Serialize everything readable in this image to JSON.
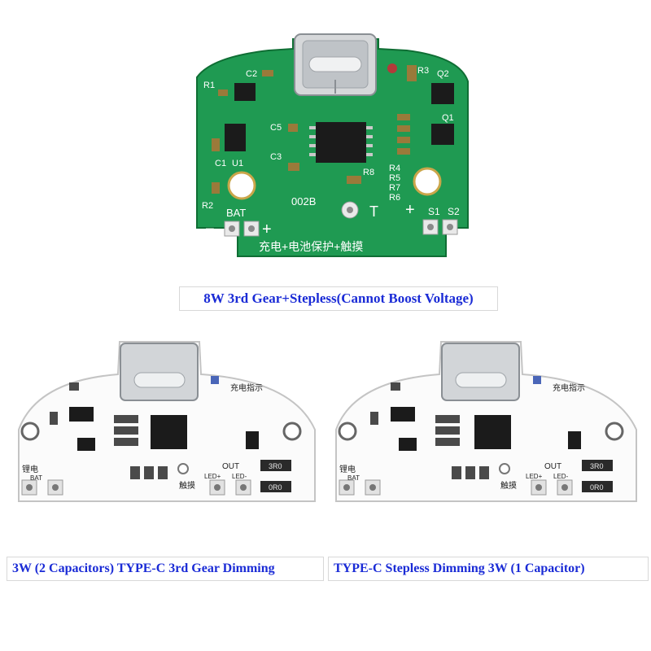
{
  "green_board": {
    "labels": {
      "r1": "R1",
      "c2": "C2",
      "r3": "R3",
      "q2": "Q2",
      "q1": "Q1",
      "c1": "C1",
      "u1": "U1",
      "c5": "C5",
      "c3": "C3",
      "r8": "R8",
      "r4": "R4",
      "r5": "R5",
      "r7": "R7",
      "r6": "R6",
      "r2": "R2",
      "bat": "BAT",
      "model": "002B",
      "t": "T",
      "s1": "S1",
      "s2": "S2",
      "minus": "−",
      "plus_left": "+",
      "plus_right": "+",
      "function_text": "充电+电池保护+触摸"
    },
    "colors": {
      "pcb": "#1f9a52",
      "mask_dark": "#14823f",
      "silkscreen": "#ffffff"
    }
  },
  "white_board_left": {
    "labels": {
      "charge_indicator": "充电指示",
      "lithium": "锂电",
      "bat": "BAT",
      "out": "OUT",
      "touch": "触摸",
      "led_plus": "LED+",
      "led_minus": "LED-",
      "res_a": "3R0",
      "res_b": "0R0"
    }
  },
  "white_board_right": {
    "labels": {
      "charge_indicator": "充电指示",
      "lithium": "锂电",
      "bat": "BAT",
      "out": "OUT",
      "touch": "触摸",
      "led_plus": "LED+",
      "led_minus": "LED-",
      "res_a": "3R0",
      "res_b": "0R0"
    }
  },
  "captions": {
    "top": "8W 3rd Gear+Stepless(Cannot Boost Voltage)",
    "left": "3W (2 Capacitors) TYPE-C 3rd Gear Dimming",
    "right": "TYPE-C Stepless Dimming 3W (1 Capacitor)"
  },
  "colors": {
    "caption_text": "#1a2bd6"
  }
}
